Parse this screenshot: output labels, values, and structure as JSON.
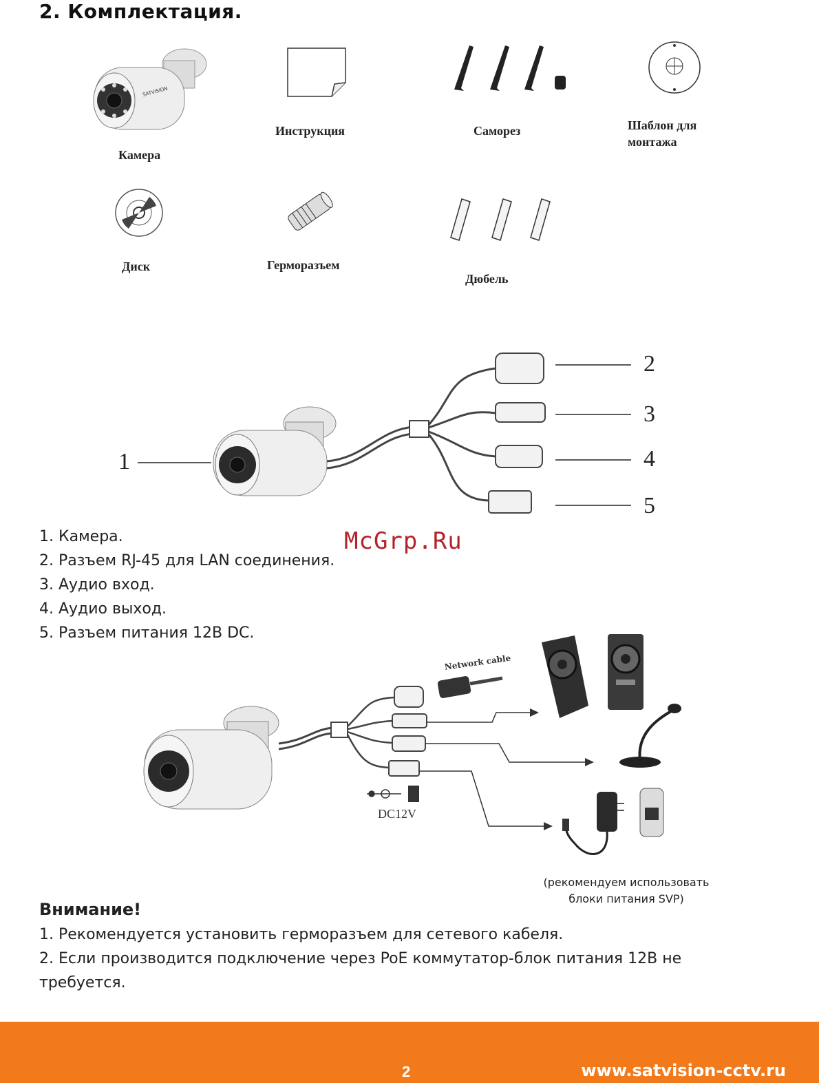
{
  "section": {
    "title": "2. Комплектация."
  },
  "kit_items": [
    {
      "label": "Камера",
      "icon": "camera-icon"
    },
    {
      "label": "Инструкция",
      "icon": "document-icon"
    },
    {
      "label": "Саморез",
      "icon": "screws-icon"
    },
    {
      "label": "Шаблон для монтажа",
      "icon": "template-icon"
    },
    {
      "label": "Диск",
      "icon": "disc-icon"
    },
    {
      "label": "Герморазъем",
      "icon": "connector-icon"
    },
    {
      "label": "Дюбель",
      "icon": "anchors-icon"
    }
  ],
  "diagram1": {
    "callouts": [
      "1",
      "2",
      "3",
      "4",
      "5"
    ]
  },
  "watermark": "McGrp.Ru",
  "legend": [
    "1. Камера.",
    "2. Разъем RJ-45 для LAN соединения.",
    "3. Аудио вход.",
    "4. Аудио выход.",
    "5. Разъем питания 12В DC."
  ],
  "diagram2": {
    "cable_label": "Network cable",
    "dc_label": "DC12V",
    "psu_note": [
      "(рекомендуем использовать",
      "блоки питания SVP)"
    ]
  },
  "attention": {
    "title": "Внимание!",
    "lines": [
      "1. Рекомендуется установить герморазъем для сетевого кабеля.",
      "2. Если производится подключение через PoE коммутатор-блок питания 12В не",
      "требуется."
    ]
  },
  "footer": {
    "page": "2",
    "site": "www.satvision-cctv.ru"
  },
  "colors": {
    "footer": "#f27a1a",
    "watermark": "#b3232a"
  }
}
